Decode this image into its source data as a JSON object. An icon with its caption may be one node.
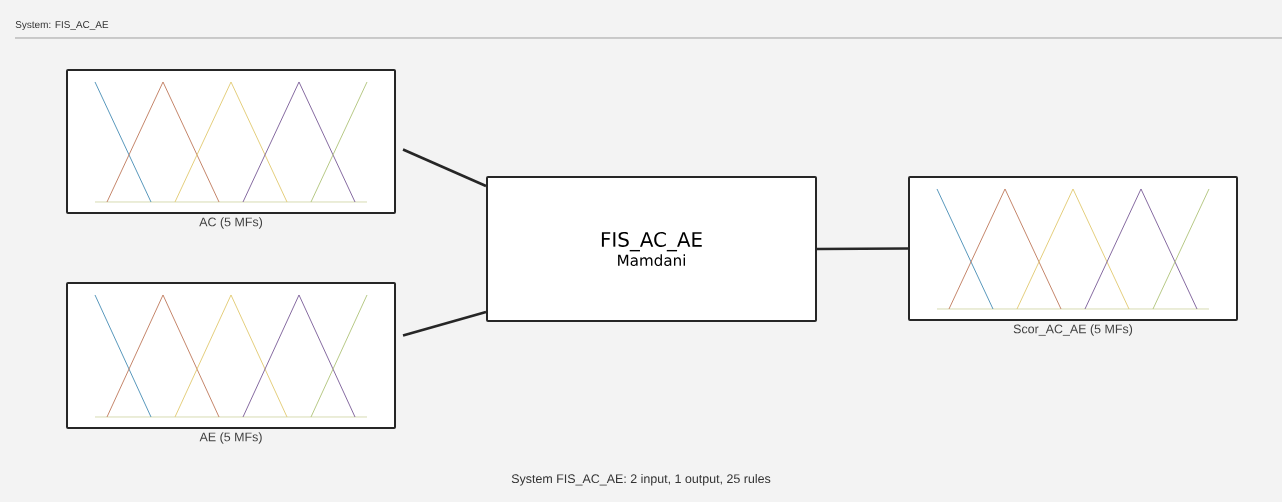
{
  "diagram": {
    "nodes": [
      {
        "text": [],
        "shape": "box",
        "beside": [
          "AC (5 MFs)"
        ]
      },
      {
        "text": [],
        "shape": "box",
        "beside": [
          "AE (5 MFs)"
        ]
      },
      {
        "text": [
          "FIS_AC_AE",
          "Mamdani"
        ]
      },
      {
        "text": [],
        "shape": "box",
        "beside": [
          "Scor_AC_AE (5 MFs)"
        ]
      }
    ],
    "edges": [
      {
        "from": 0,
        "to": 2,
        "arrow": "none"
      },
      {
        "from": 1,
        "to": 2,
        "arrow": "none"
      },
      {
        "from": 2,
        "to": 3,
        "arrow": "none"
      }
    ],
    "labels": [
      "System: FIS_AC_AE",
      "System FIS_AC_AE: 2 input, 1 output, 25 rules"
    ]
  }
}
